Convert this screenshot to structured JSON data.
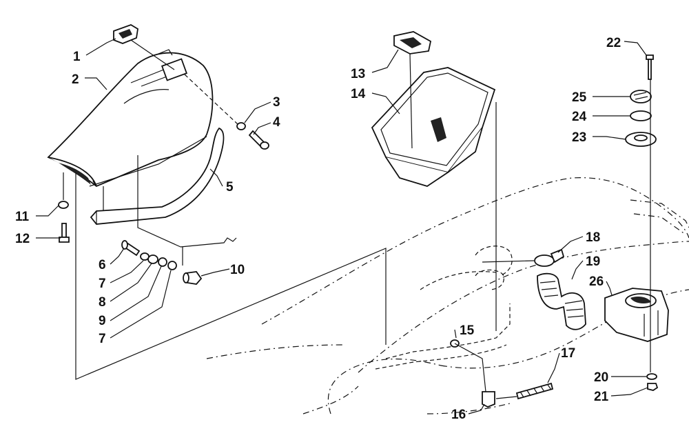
{
  "callouts": {
    "c1": "1",
    "c2": "2",
    "c3": "3",
    "c4": "4",
    "c5": "5",
    "c6": "6",
    "c7a": "7",
    "c8": "8",
    "c9": "9",
    "c7b": "7",
    "c10": "10",
    "c11": "11",
    "c12": "12",
    "c13": "13",
    "c14": "14",
    "c15": "15",
    "c16": "16",
    "c17": "17",
    "c18": "18",
    "c19": "19",
    "c20": "20",
    "c21": "21",
    "c22": "22",
    "c23": "23",
    "c24": "24",
    "c25": "25",
    "c26": "26"
  }
}
